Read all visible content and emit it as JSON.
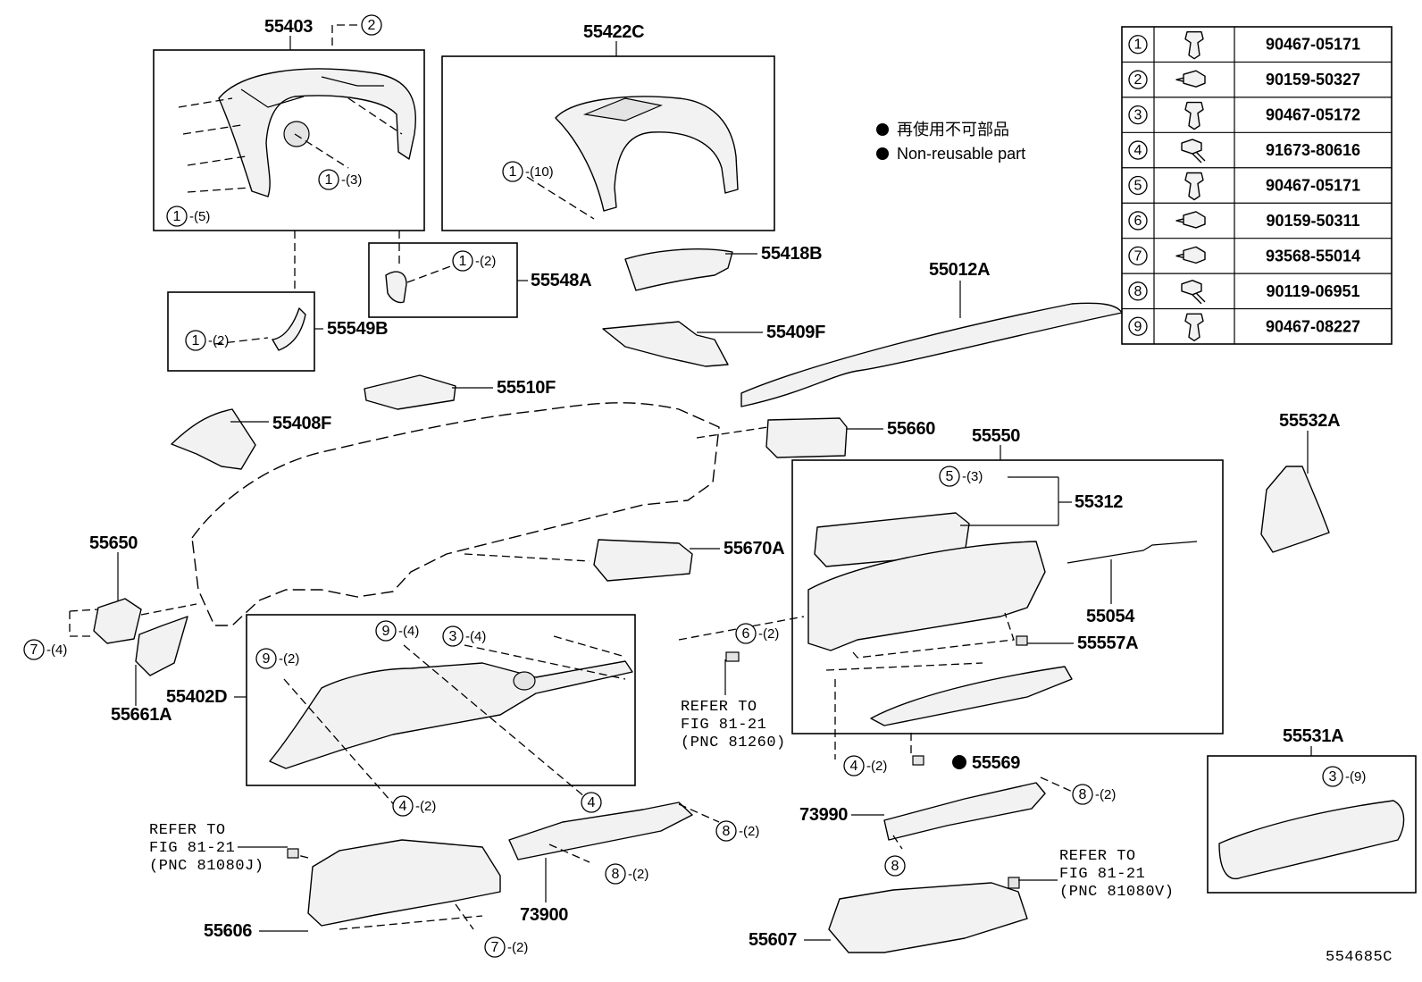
{
  "legend": {
    "line1": "再使用不可部品",
    "line2": "Non-reusable part"
  },
  "fasteners": [
    {
      "num": "1",
      "part_no": "90467-05171",
      "icon": "clip-icon"
    },
    {
      "num": "2",
      "part_no": "90159-50327",
      "icon": "screw-icon"
    },
    {
      "num": "3",
      "part_no": "90467-05172",
      "icon": "clip-icon"
    },
    {
      "num": "4",
      "part_no": "91673-80616",
      "icon": "bolt-icon"
    },
    {
      "num": "5",
      "part_no": "90467-05171",
      "icon": "clip-icon"
    },
    {
      "num": "6",
      "part_no": "90159-50311",
      "icon": "screw-icon"
    },
    {
      "num": "7",
      "part_no": "93568-55014",
      "icon": "screw-icon"
    },
    {
      "num": "8",
      "part_no": "90119-06951",
      "icon": "bolt-icon"
    },
    {
      "num": "9",
      "part_no": "90467-08227",
      "icon": "clip-icon"
    }
  ],
  "parts": {
    "p55403": "55403",
    "p55422C": "55422C",
    "p55418B": "55418B",
    "p55548A": "55548A",
    "p55549B": "55549B",
    "p55012A": "55012A",
    "p55409F": "55409F",
    "p55510F": "55510F",
    "p55408F": "55408F",
    "p55660": "55660",
    "p55550": "55550",
    "p55532A": "55532A",
    "p55312": "55312",
    "p55650": "55650",
    "p55670A": "55670A",
    "p55054": "55054",
    "p55557A": "55557A",
    "p55402D": "55402D",
    "p55661A": "55661A",
    "p55569": "55569",
    "p55531A": "55531A",
    "p73990": "73990",
    "p73900": "73900",
    "p55606": "55606",
    "p55607": "55607"
  },
  "callouts": {
    "c_55403_2": {
      "num": "2",
      "qty": ""
    },
    "c_55403_1_3": {
      "num": "1",
      "qty": "-(3)"
    },
    "c_55403_1_5": {
      "num": "1",
      "qty": "-(5)"
    },
    "c_55422C_1_10": {
      "num": "1",
      "qty": "-(10)"
    },
    "c_55548A_1_2": {
      "num": "1",
      "qty": "-(2)"
    },
    "c_55549B_1_2": {
      "num": "1",
      "qty": "-(2)"
    },
    "c_55312_5_3": {
      "num": "5",
      "qty": "-(3)"
    },
    "c_6_2": {
      "num": "6",
      "qty": "-(2)"
    },
    "c_7_4": {
      "num": "7",
      "qty": "-(4)"
    },
    "c_9_2": {
      "num": "9",
      "qty": "-(2)"
    },
    "c_9_4": {
      "num": "9",
      "qty": "-(4)"
    },
    "c_3_4": {
      "num": "3",
      "qty": "-(4)"
    },
    "c_4_2a": {
      "num": "4",
      "qty": "-(2)"
    },
    "c_4_single": {
      "num": "4",
      "qty": ""
    },
    "c_4_2b": {
      "num": "4",
      "qty": "-(2)"
    },
    "c_8_2a": {
      "num": "8",
      "qty": "-(2)"
    },
    "c_8_2b": {
      "num": "8",
      "qty": "-(2)"
    },
    "c_8_2c": {
      "num": "8",
      "qty": "-(2)"
    },
    "c_8_single": {
      "num": "8",
      "qty": ""
    },
    "c_7_2": {
      "num": "7",
      "qty": "-(2)"
    },
    "c_3_9": {
      "num": "3",
      "qty": "-(9)"
    }
  },
  "refs": {
    "ref1": {
      "l1": "REFER TO",
      "l2": "FIG 81-21",
      "l3": "(PNC 81260)"
    },
    "ref2": {
      "l1": "REFER TO",
      "l2": "FIG 81-21",
      "l3": "(PNC 81080J)"
    },
    "ref3": {
      "l1": "REFER TO",
      "l2": "FIG 81-21",
      "l3": "(PNC 81080V)"
    }
  },
  "figure_id": "554685C"
}
